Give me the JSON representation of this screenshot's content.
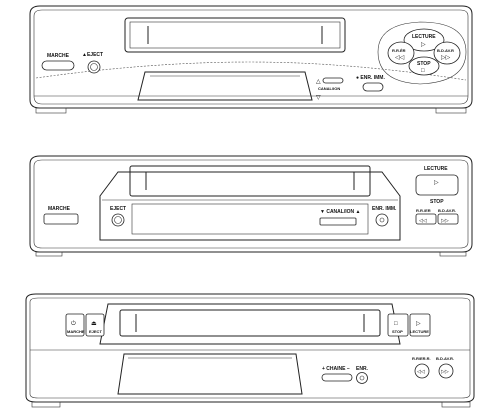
{
  "vcr1": {
    "power_label": "MARCHE",
    "eject_label": "▲EJECT",
    "play_label": "LECTURE",
    "play_symbol": "▷",
    "rew_label": "R.R.ÉR",
    "rew_symbol": "◁◁",
    "ff_label": "B.D.AV.R",
    "ff_symbol": "▷▷",
    "stop_label": "STOP",
    "stop_symbol": "□",
    "channel_up_symbol": "△",
    "channel_label": "CANAL/ION",
    "channel_down_symbol": "▽",
    "rec_label": "● ENR. IMM."
  },
  "vcr2": {
    "power_label": "MARCHE",
    "eject_label": "EJECT",
    "channel_label": "▼ CANAL/ION ▲",
    "rec_label": "ENR. IMM.",
    "play_label": "LECTURE",
    "play_symbol": "▷",
    "stop_label": "STOP",
    "rew_label": "R.R./ER",
    "rew_symbol": "◁◁",
    "ff_label": "B.D.AV.R.",
    "ff_symbol": "▷▷"
  },
  "vcr3": {
    "power_label": "MARCHE",
    "eject_label": "EJECT",
    "stop_label": "STOP",
    "play_label": "LECTURE",
    "channel_label": "+ CHAINE –",
    "rec_label": "ENR.",
    "rew_label": "R.R/ER.R.",
    "ff_label": "B.D.AV.R."
  }
}
